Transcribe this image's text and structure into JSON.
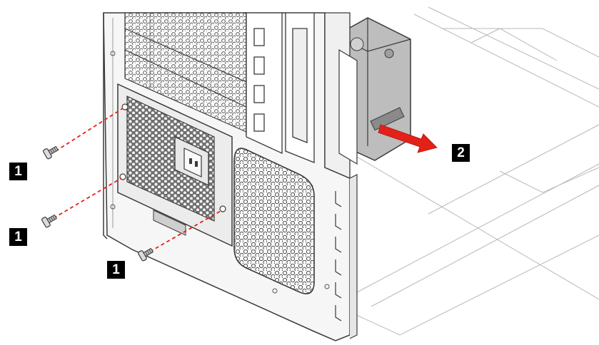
{
  "callouts": {
    "screw_top": "1",
    "screw_middle": "1",
    "screw_bottom": "1",
    "slide_direction": "2"
  },
  "colors": {
    "outline": "#3a3a3a",
    "metal_light": "#f4f4f4",
    "metal_mid": "#d9d9d9",
    "metal_dark": "#8a8a8a",
    "psu_gray": "#bdbdbd",
    "grille": "#7a7a7a",
    "arrow_red": "#e32119",
    "label_bg": "#000000",
    "label_fg": "#ffffff"
  }
}
